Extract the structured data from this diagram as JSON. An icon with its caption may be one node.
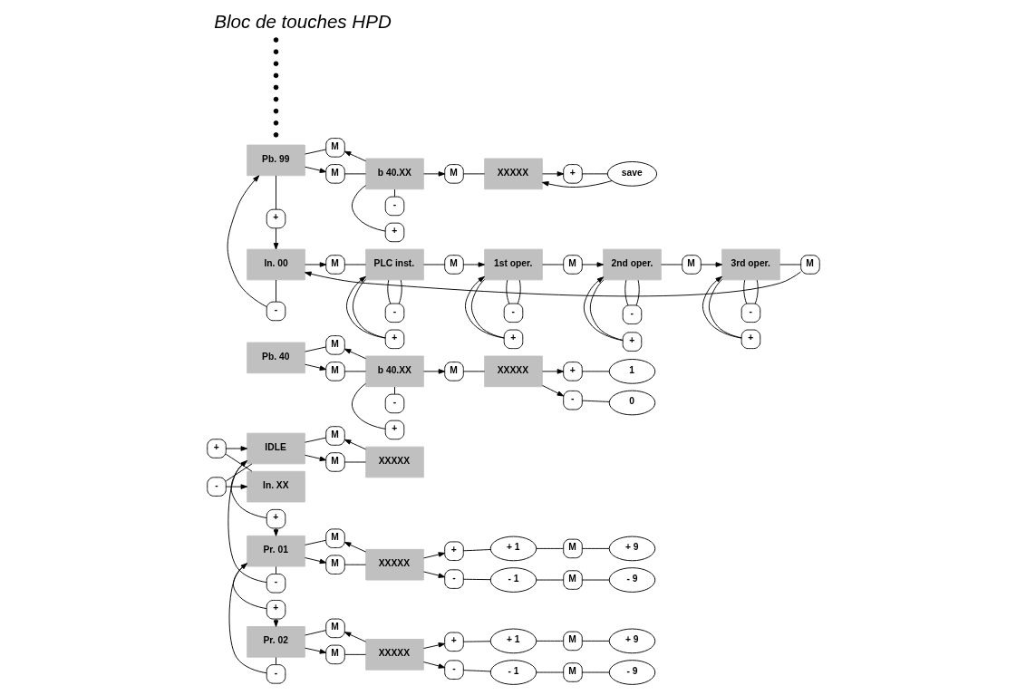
{
  "diagram": {
    "title": "Bloc de touches HPD",
    "nodes": [
      {
        "text": [
          "IDLE"
        ]
      },
      {
        "text": [
          "M"
        ]
      },
      {
        "text": [
          "M"
        ]
      },
      {
        "text": [
          "XXXXX"
        ]
      },
      {
        "text": [
          "+"
        ]
      },
      {
        "text": [
          "-"
        ]
      },
      {
        "text": [
          "Pr. 01"
        ]
      },
      {
        "text": [
          "M"
        ]
      },
      {
        "text": [
          "M"
        ]
      },
      {
        "text": [
          "XXXXX"
        ]
      },
      {
        "text": [
          "+"
        ]
      },
      {
        "text": [
          "+ 1"
        ]
      },
      {
        "text": [
          "M"
        ]
      },
      {
        "text": [
          "+ 9"
        ]
      },
      {
        "text": [
          "-"
        ]
      },
      {
        "text": [
          "- 1"
        ]
      },
      {
        "text": [
          "M"
        ]
      },
      {
        "text": [
          "- 9"
        ]
      },
      {
        "text": [
          "+"
        ]
      },
      {
        "text": [
          "-"
        ]
      },
      {
        "text": [
          "Pr. 02"
        ]
      },
      {
        "text": [
          "M"
        ]
      },
      {
        "text": [
          "M"
        ]
      },
      {
        "text": [
          "XXXXX"
        ]
      },
      {
        "text": [
          "+"
        ]
      },
      {
        "text": [
          "+ 1"
        ]
      },
      {
        "text": [
          "M"
        ]
      },
      {
        "text": [
          "+ 9"
        ]
      },
      {
        "text": [
          "-"
        ]
      },
      {
        "text": [
          "- 1"
        ]
      },
      {
        "text": [
          "M"
        ]
      },
      {
        "text": [
          "- 9"
        ]
      },
      {
        "text": [
          "+"
        ]
      },
      {
        "text": [
          "-"
        ]
      },
      {
        "text": [
          "Pb. 40"
        ]
      },
      {
        "text": [
          "M"
        ]
      },
      {
        "text": [
          "M"
        ]
      },
      {
        "text": [
          "+"
        ]
      },
      {
        "text": [
          "b 40.XX"
        ]
      },
      {
        "text": [
          "-"
        ]
      },
      {
        "text": [
          "M"
        ]
      },
      {
        "text": [
          "XXXXX"
        ]
      },
      {
        "text": [
          "+"
        ]
      },
      {
        "text": [
          "1"
        ]
      },
      {
        "text": [
          "-"
        ]
      },
      {
        "text": [
          "0"
        ]
      },
      {
        "text": [
          "Pb. 99"
        ]
      },
      {
        "text": [
          "M"
        ]
      },
      {
        "text": [
          "M"
        ]
      },
      {
        "text": [
          "+"
        ]
      },
      {
        "text": [
          "b 40.XX"
        ]
      },
      {
        "text": [
          "-"
        ]
      },
      {
        "text": [
          "M"
        ]
      },
      {
        "text": [
          "XXXXX"
        ]
      },
      {
        "text": [
          "+"
        ]
      },
      {
        "text": [
          "save"
        ]
      },
      {
        "text": [
          "+"
        ]
      },
      {
        "text": [
          "-"
        ]
      },
      {
        "text": [
          "In. 00"
        ]
      },
      {
        "text": [
          "M"
        ]
      },
      {
        "text": [
          "PLC inst."
        ]
      },
      {
        "text": [
          "+"
        ]
      },
      {
        "text": [
          "-"
        ]
      },
      {
        "text": [
          "M"
        ]
      },
      {
        "text": [
          "1st oper."
        ]
      },
      {
        "text": [
          "+"
        ]
      },
      {
        "text": [
          "-"
        ]
      },
      {
        "text": [
          "M"
        ]
      },
      {
        "text": [
          "2nd oper."
        ]
      },
      {
        "text": [
          "+"
        ]
      },
      {
        "text": [
          "-"
        ]
      },
      {
        "text": [
          "M"
        ]
      },
      {
        "text": [
          "3rd oper."
        ]
      },
      {
        "text": [
          "+"
        ]
      },
      {
        "text": [
          "-"
        ]
      },
      {
        "text": [
          "M"
        ]
      },
      {
        "text": [
          "In. XX"
        ]
      }
    ],
    "edges": [
      {
        "from": 0,
        "to": 1,
        "arrow": "none"
      },
      {
        "from": 3,
        "to": 1,
        "arrow": "to"
      },
      {
        "from": 0,
        "to": 2,
        "arrow": "to"
      },
      {
        "from": 2,
        "to": 3,
        "arrow": "none"
      },
      {
        "from": 0,
        "to": 4,
        "arrow": "none"
      },
      {
        "from": 4,
        "to": 6,
        "arrow": "to"
      },
      {
        "from": 6,
        "to": 5,
        "arrow": "none"
      },
      {
        "from": 5,
        "to": 0,
        "arrow": "to"
      },
      {
        "from": 6,
        "to": 7,
        "arrow": "none"
      },
      {
        "from": 9,
        "to": 7,
        "arrow": "to"
      },
      {
        "from": 6,
        "to": 8,
        "arrow": "to"
      },
      {
        "from": 8,
        "to": 9,
        "arrow": "none"
      },
      {
        "from": 9,
        "to": 10,
        "arrow": "to"
      },
      {
        "from": 10,
        "to": 11,
        "arrow": "none"
      },
      {
        "from": 11,
        "to": 12,
        "arrow": "none"
      },
      {
        "from": 12,
        "to": 13,
        "arrow": "none"
      },
      {
        "from": 9,
        "to": 14,
        "arrow": "to"
      },
      {
        "from": 14,
        "to": 15,
        "arrow": "none"
      },
      {
        "from": 15,
        "to": 16,
        "arrow": "none"
      },
      {
        "from": 16,
        "to": 17,
        "arrow": "none"
      },
      {
        "from": 6,
        "to": 18,
        "arrow": "none"
      },
      {
        "from": 18,
        "to": 20,
        "arrow": "to"
      },
      {
        "from": 20,
        "to": 19,
        "arrow": "none"
      },
      {
        "from": 19,
        "to": 6,
        "arrow": "to"
      },
      {
        "from": 20,
        "to": 21,
        "arrow": "none"
      },
      {
        "from": 23,
        "to": 21,
        "arrow": "to"
      },
      {
        "from": 20,
        "to": 22,
        "arrow": "to"
      },
      {
        "from": 22,
        "to": 23,
        "arrow": "none"
      },
      {
        "from": 23,
        "to": 24,
        "arrow": "to"
      },
      {
        "from": 24,
        "to": 25,
        "arrow": "none"
      },
      {
        "from": 25,
        "to": 26,
        "arrow": "none"
      },
      {
        "from": 26,
        "to": 27,
        "arrow": "none"
      },
      {
        "from": 23,
        "to": 28,
        "arrow": "to"
      },
      {
        "from": 28,
        "to": 29,
        "arrow": "none"
      },
      {
        "from": 29,
        "to": 30,
        "arrow": "none"
      },
      {
        "from": 30,
        "to": 31,
        "arrow": "none"
      },
      {
        "from": 76,
        "to": 32,
        "arrow": "none"
      },
      {
        "from": 32,
        "to": 0,
        "arrow": "to"
      },
      {
        "from": 0,
        "to": 33,
        "arrow": "none"
      },
      {
        "from": 33,
        "to": 76,
        "arrow": "to"
      },
      {
        "from": 34,
        "to": 35,
        "arrow": "none"
      },
      {
        "from": 38,
        "to": 35,
        "arrow": "to"
      },
      {
        "from": 34,
        "to": 36,
        "arrow": "to"
      },
      {
        "from": 36,
        "to": 38,
        "arrow": "none"
      },
      {
        "from": 37,
        "to": 38,
        "arrow": "none"
      },
      {
        "from": 38,
        "to": 39,
        "arrow": "none"
      },
      {
        "from": 38,
        "to": 40,
        "arrow": "to"
      },
      {
        "from": 40,
        "to": 41,
        "arrow": "none"
      },
      {
        "from": 41,
        "to": 42,
        "arrow": "to"
      },
      {
        "from": 42,
        "to": 43,
        "arrow": "none"
      },
      {
        "from": 41,
        "to": 44,
        "arrow": "to"
      },
      {
        "from": 44,
        "to": 45,
        "arrow": "none"
      },
      {
        "from": 46,
        "to": 47,
        "arrow": "none"
      },
      {
        "from": 50,
        "to": 47,
        "arrow": "to"
      },
      {
        "from": 46,
        "to": 48,
        "arrow": "to"
      },
      {
        "from": 48,
        "to": 50,
        "arrow": "none"
      },
      {
        "from": 49,
        "to": 50,
        "arrow": "none"
      },
      {
        "from": 50,
        "to": 51,
        "arrow": "none"
      },
      {
        "from": 50,
        "to": 52,
        "arrow": "to"
      },
      {
        "from": 52,
        "to": 53,
        "arrow": "none"
      },
      {
        "from": 53,
        "to": 54,
        "arrow": "to"
      },
      {
        "from": 54,
        "to": 55,
        "arrow": "none"
      },
      {
        "from": 55,
        "to": 53,
        "arrow": "to"
      },
      {
        "from": 46,
        "to": 56,
        "arrow": "none"
      },
      {
        "from": 56,
        "to": 58,
        "arrow": "to"
      },
      {
        "from": 58,
        "to": 57,
        "arrow": "none"
      },
      {
        "from": 57,
        "to": 46,
        "arrow": "to"
      },
      {
        "from": 58,
        "to": 59,
        "arrow": "to"
      },
      {
        "from": 59,
        "to": 60,
        "arrow": "none"
      },
      {
        "from": 61,
        "to": 60,
        "arrow": "none"
      },
      {
        "from": 61,
        "to": 60,
        "arrow": "to"
      },
      {
        "from": 60,
        "to": 62,
        "arrow": "none"
      },
      {
        "from": 62,
        "to": 60,
        "arrow": "none"
      },
      {
        "from": 60,
        "to": 63,
        "arrow": "none"
      },
      {
        "from": 63,
        "to": 64,
        "arrow": "to"
      },
      {
        "from": 65,
        "to": 64,
        "arrow": "none"
      },
      {
        "from": 65,
        "to": 64,
        "arrow": "to"
      },
      {
        "from": 64,
        "to": 66,
        "arrow": "none"
      },
      {
        "from": 66,
        "to": 64,
        "arrow": "none"
      },
      {
        "from": 64,
        "to": 67,
        "arrow": "none"
      },
      {
        "from": 67,
        "to": 68,
        "arrow": "to"
      },
      {
        "from": 69,
        "to": 68,
        "arrow": "none"
      },
      {
        "from": 69,
        "to": 68,
        "arrow": "to"
      },
      {
        "from": 68,
        "to": 70,
        "arrow": "none"
      },
      {
        "from": 70,
        "to": 68,
        "arrow": "none"
      },
      {
        "from": 68,
        "to": 71,
        "arrow": "none"
      },
      {
        "from": 71,
        "to": 72,
        "arrow": "to"
      },
      {
        "from": 73,
        "to": 72,
        "arrow": "none"
      },
      {
        "from": 73,
        "to": 72,
        "arrow": "to"
      },
      {
        "from": 72,
        "to": 74,
        "arrow": "none"
      },
      {
        "from": 74,
        "to": 72,
        "arrow": "none"
      },
      {
        "from": 72,
        "to": 75,
        "arrow": "none"
      },
      {
        "from": 75,
        "to": 58,
        "arrow": "to"
      }
    ]
  }
}
